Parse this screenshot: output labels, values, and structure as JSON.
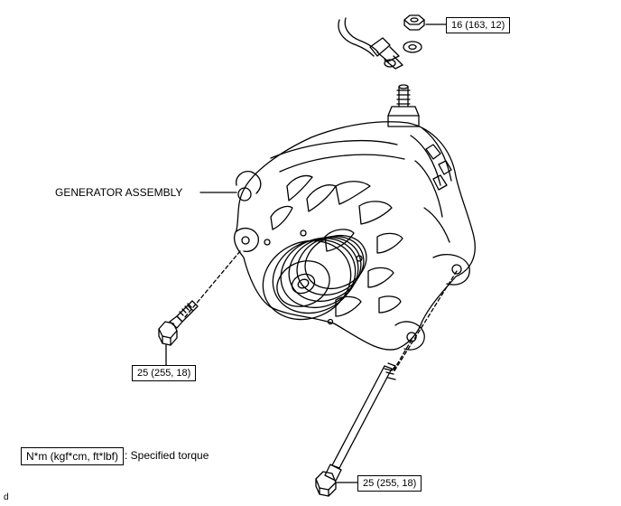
{
  "labels": {
    "generator_assembly": "GENERATOR ASSEMBLY"
  },
  "torques": {
    "nut": "16 (163, 12)",
    "bolt_short": "25 (255, 18)",
    "bolt_long": "25 (255, 18)"
  },
  "legend": {
    "unit_box": "N*m (kgf*cm, ft*lbf)",
    "description": ": Specified torque"
  },
  "figure_id": "d"
}
